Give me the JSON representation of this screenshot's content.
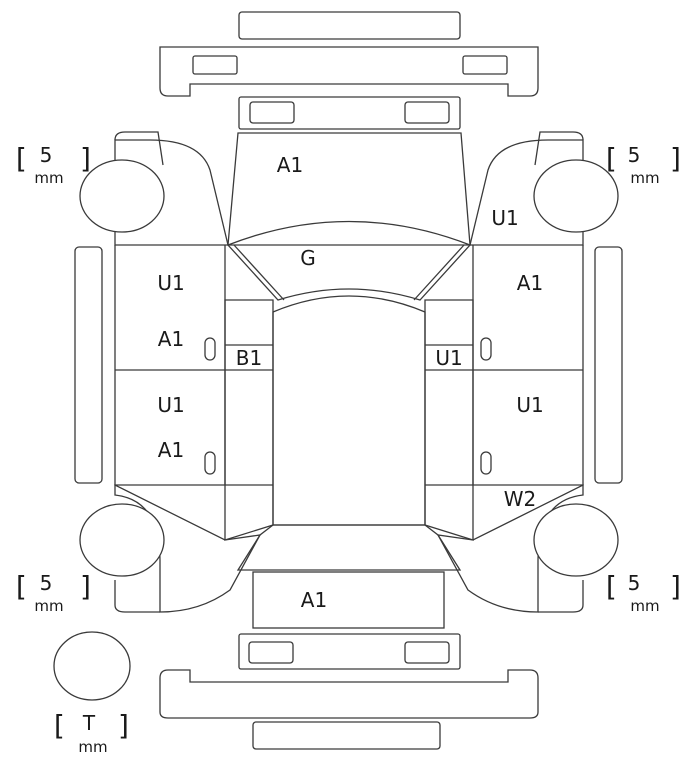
{
  "damage_codes": {
    "hood": "A1",
    "windshield": "G",
    "front_left_fender": "U1",
    "front_right_fender": "U1",
    "front_right_fender_lower": "A1",
    "front_left_door": "A1",
    "front_left_rocker": "B1",
    "front_right_rocker": "U1",
    "rear_left_door_upper": "U1",
    "rear_left_door_lower": "A1",
    "rear_right_door": "U1",
    "right_rear_quarter": "W2",
    "trunk": "A1"
  },
  "tires": {
    "front_left": {
      "value": "5",
      "unit": "mm"
    },
    "front_right": {
      "value": "5",
      "unit": "mm"
    },
    "rear_left": {
      "value": "5",
      "unit": "mm"
    },
    "rear_right": {
      "value": "5",
      "unit": "mm"
    },
    "spare": {
      "value": "T",
      "unit": "mm"
    }
  }
}
